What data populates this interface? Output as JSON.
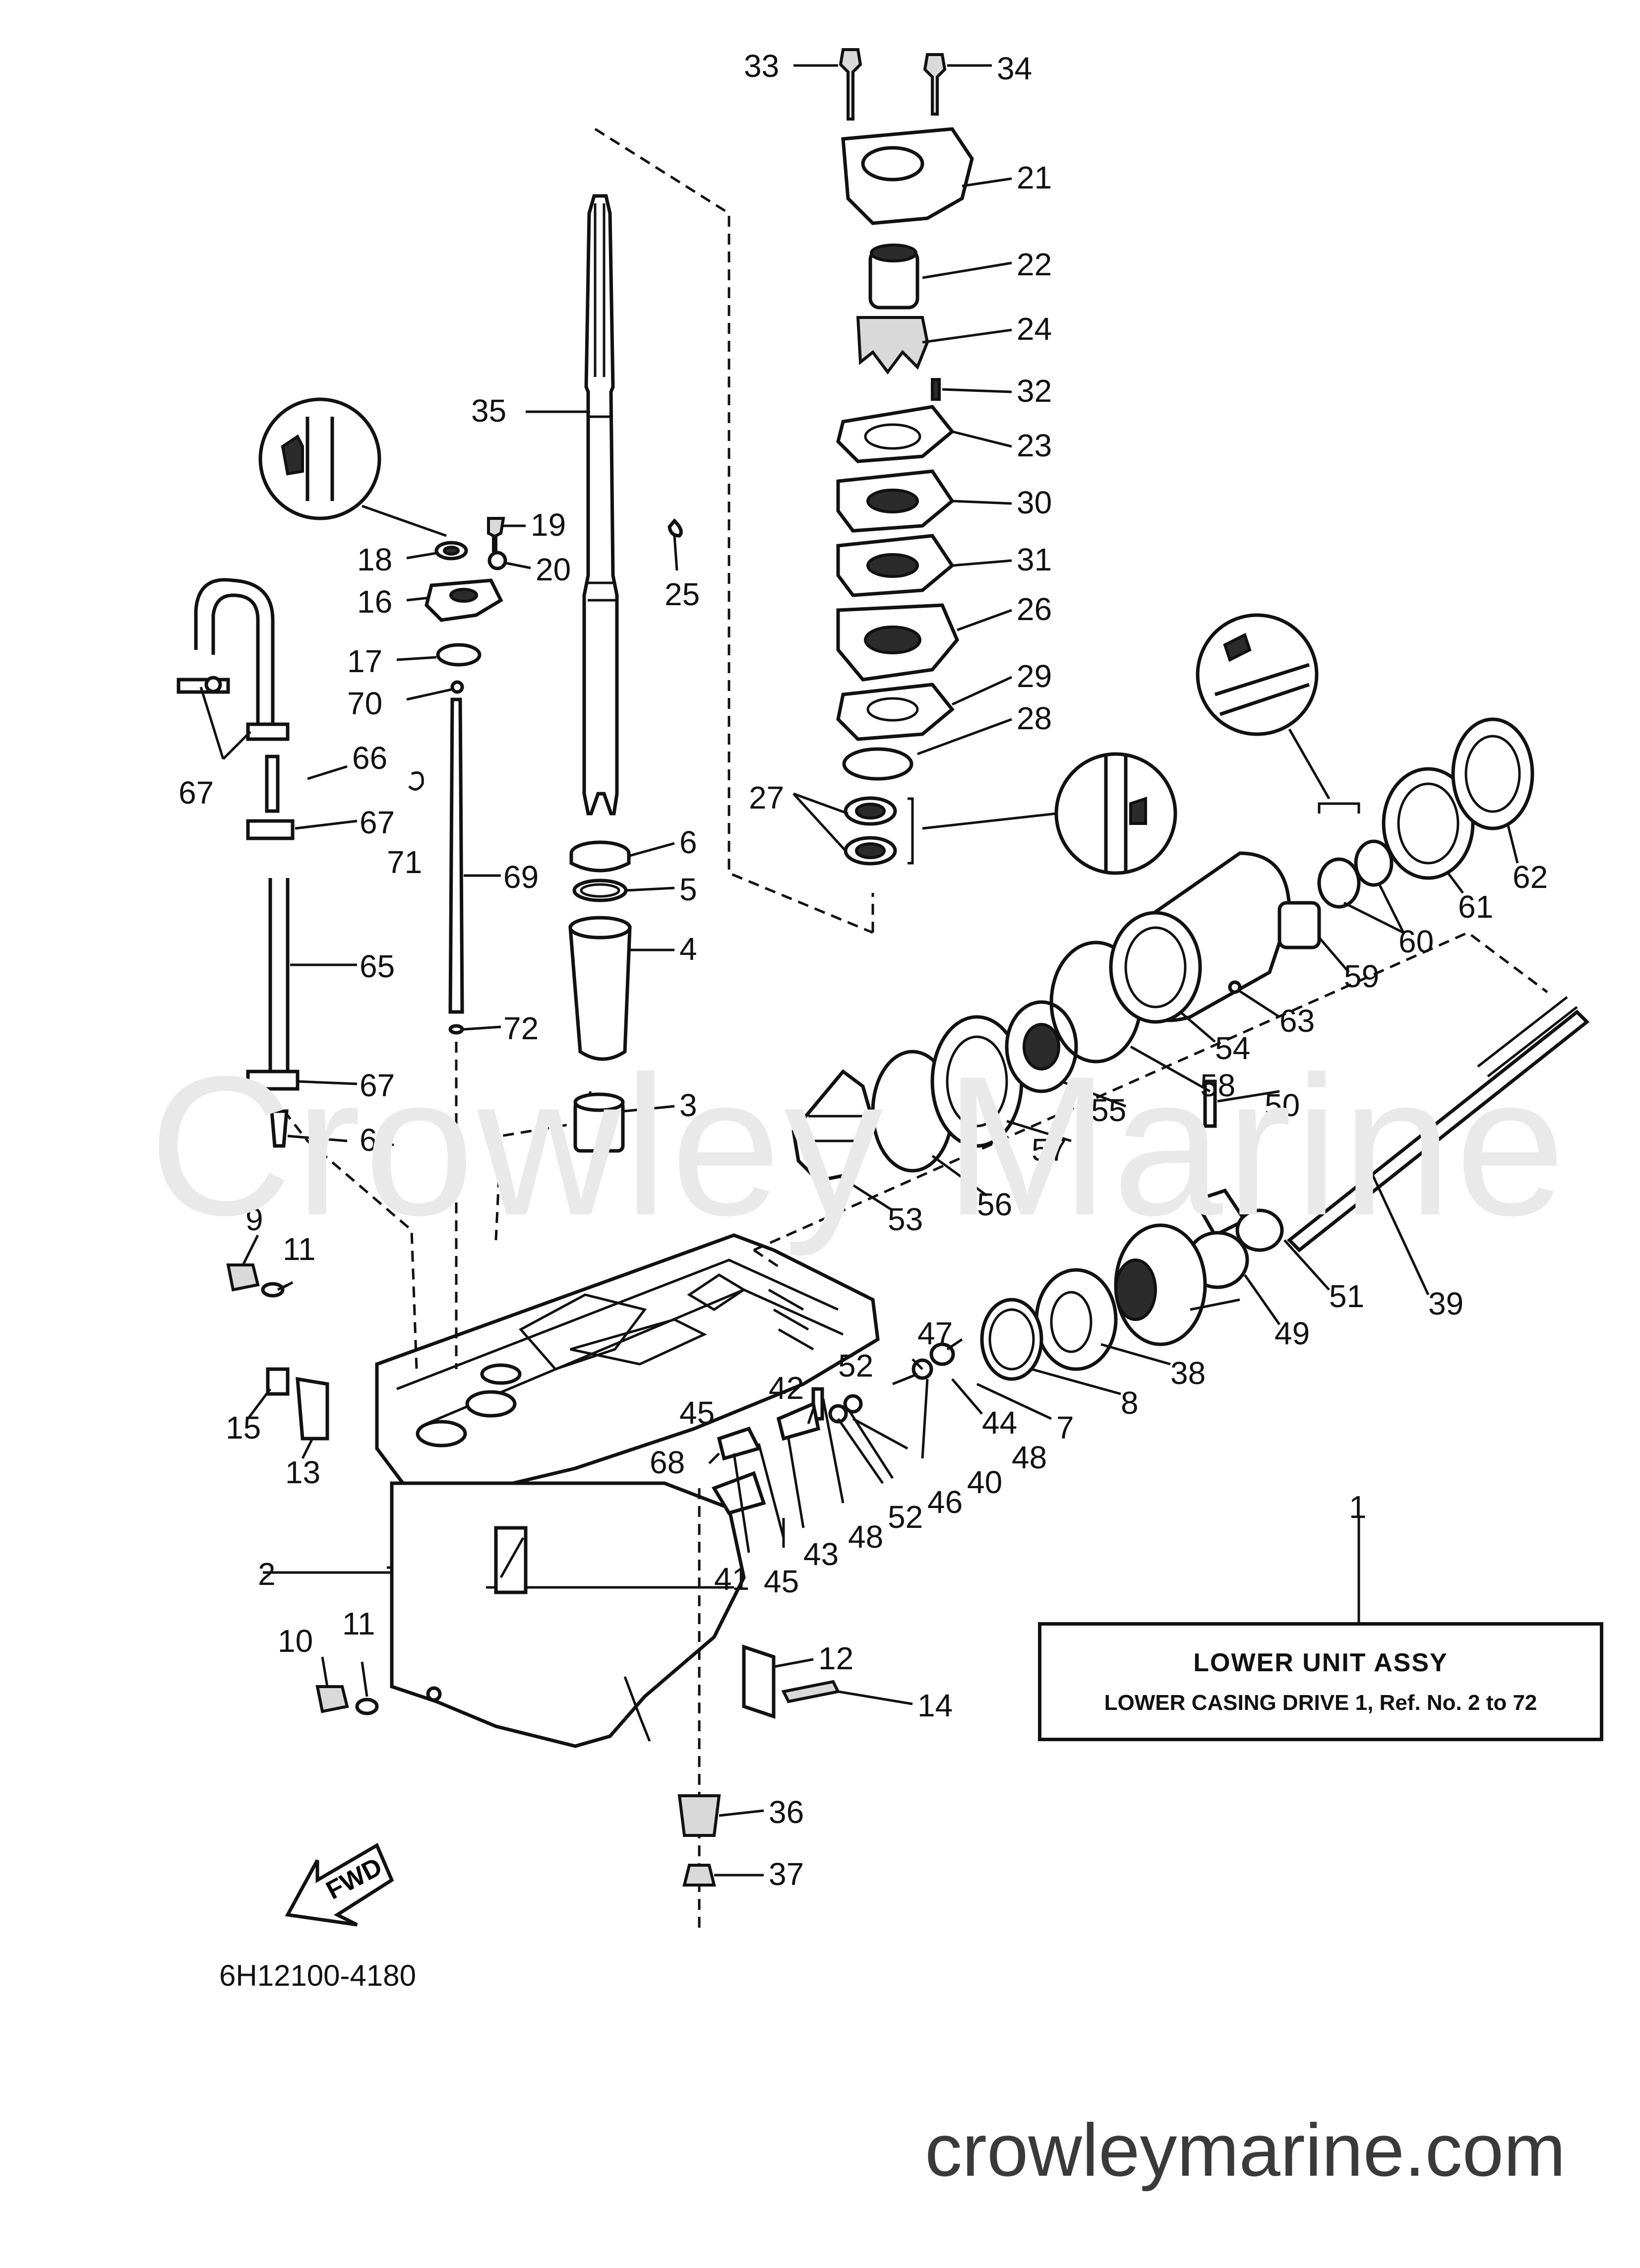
{
  "diagram": {
    "drawing_code": "6H12100-4180",
    "watermark": "Crowley Marine",
    "site_url": "crowleymarine.com",
    "fwd_label": "FWD",
    "assembly_box": {
      "ref_number": "1",
      "title": "LOWER UNIT ASSY",
      "subtitle": "LOWER CASING DRIVE 1,  Ref. No. 2 to 72"
    },
    "callouts": [
      "33",
      "34",
      "21",
      "22",
      "24",
      "32",
      "23",
      "30",
      "31",
      "26",
      "29",
      "28",
      "27",
      "35",
      "19",
      "18",
      "20",
      "16",
      "25",
      "17",
      "70",
      "66",
      "67",
      "67",
      "71",
      "69",
      "6",
      "5",
      "4",
      "65",
      "72",
      "67",
      "3",
      "64",
      "9",
      "11",
      "15",
      "13",
      "2",
      "10",
      "11",
      "12",
      "14",
      "36",
      "37",
      "62",
      "61",
      "60",
      "59",
      "63",
      "54",
      "58",
      "55",
      "57",
      "56",
      "53",
      "50",
      "39",
      "51",
      "49",
      "38",
      "8",
      "7",
      "44",
      "47",
      "52",
      "42",
      "45",
      "68",
      "41",
      "45",
      "43",
      "48",
      "52",
      "46",
      "40",
      "48"
    ]
  }
}
